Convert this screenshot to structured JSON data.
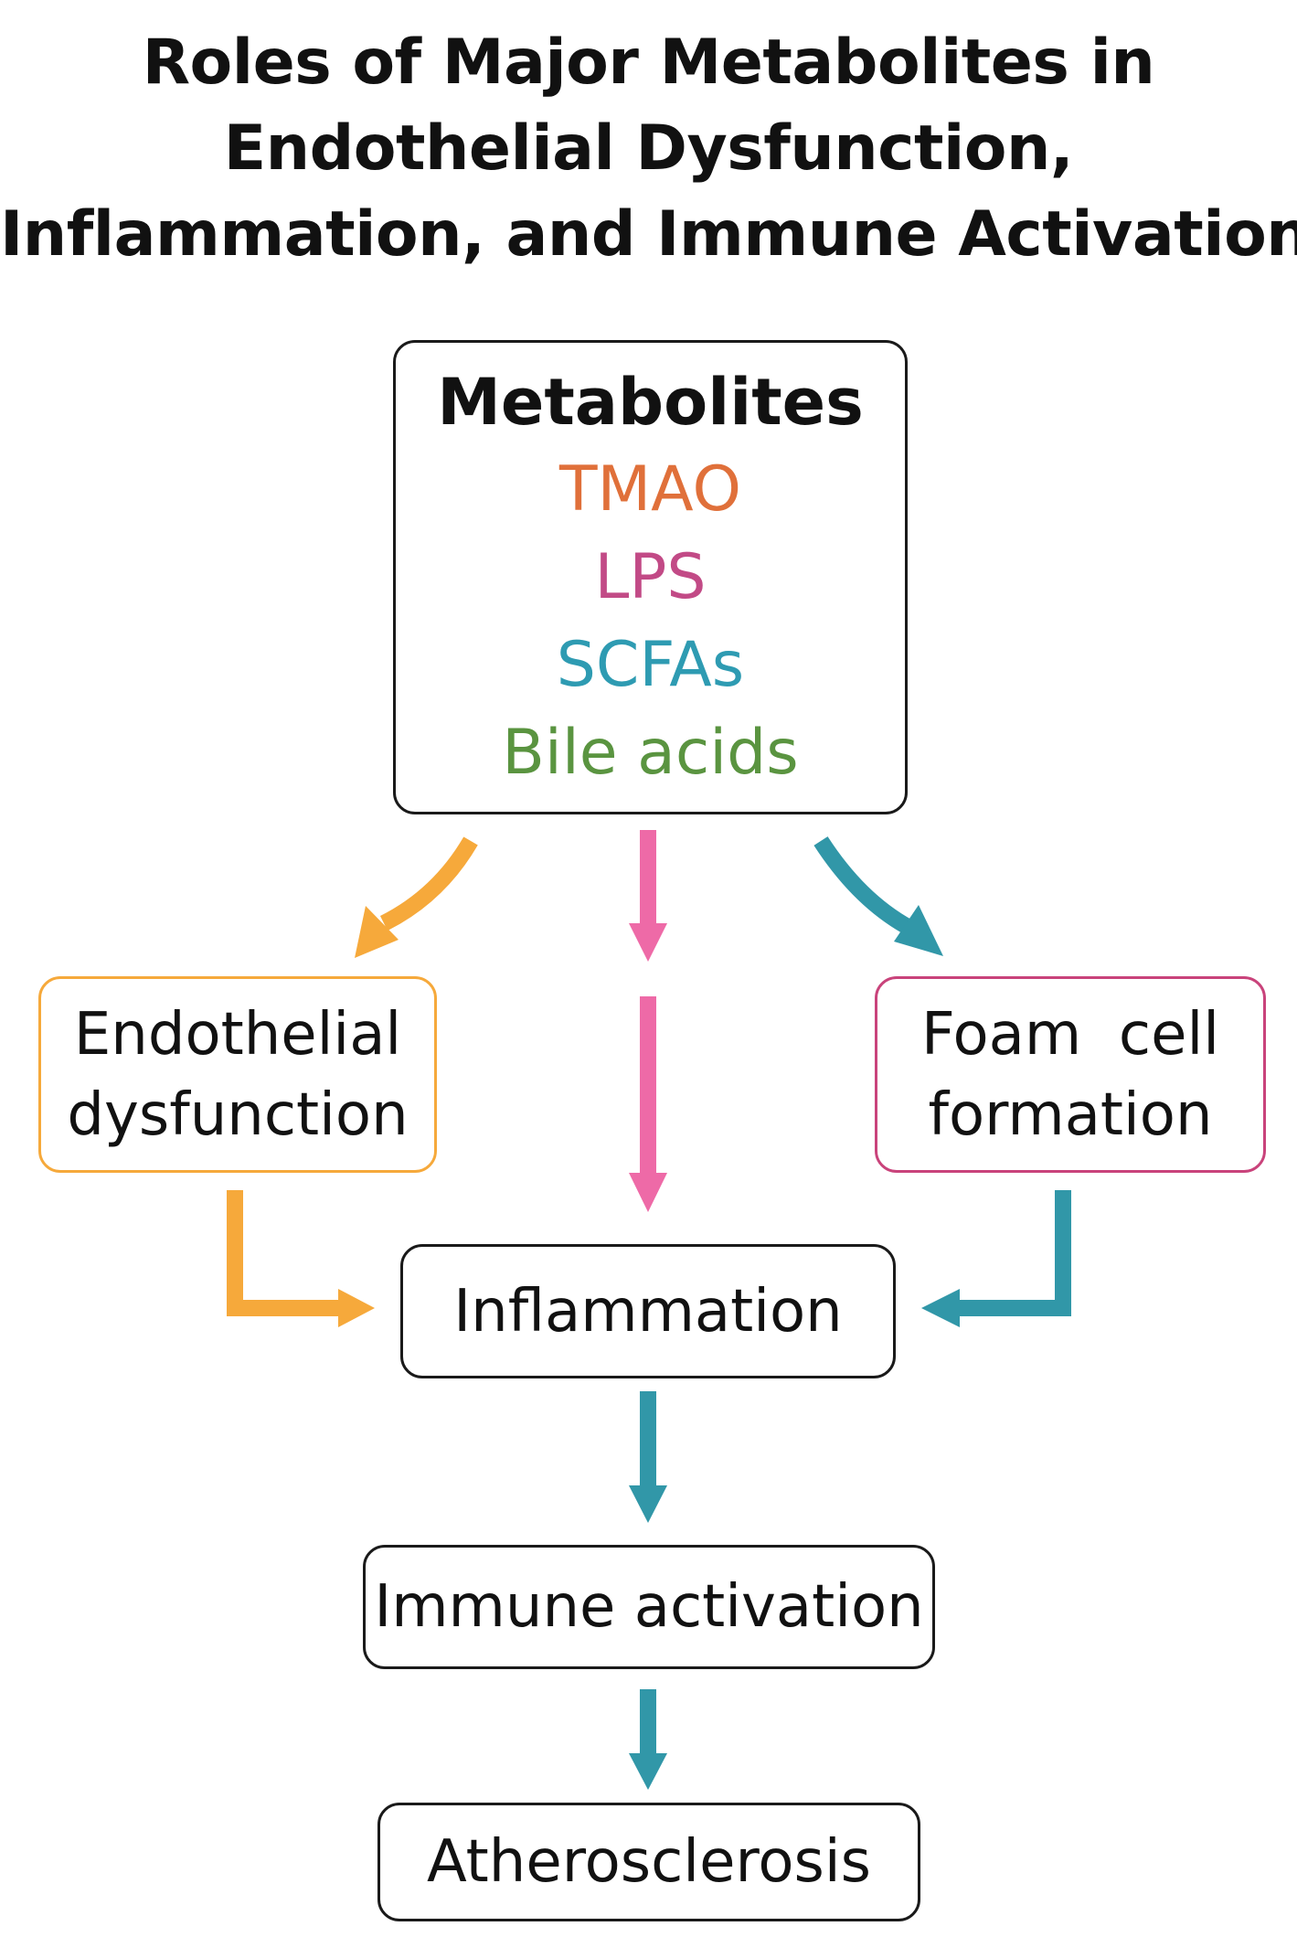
{
  "title": {
    "line1": "Roles of Major Metabolites in",
    "line2": "Endothelial Dysfunction,",
    "line3": "Inflammation, and Immune Activation"
  },
  "metabolites": {
    "heading": "Metabolites",
    "items": [
      {
        "label": "TMAO",
        "color": "#e0703a"
      },
      {
        "label": "LPS",
        "color": "#c24a86"
      },
      {
        "label": "SCFAs",
        "color": "#2e9bb2"
      },
      {
        "label": "Bile acids",
        "color": "#5a9440"
      }
    ]
  },
  "nodes": {
    "endothelial_line1": "Endothelial",
    "endothelial_line2": "dysfunction",
    "foam_line1": "Foam  cell",
    "foam_line2": "formation",
    "inflammation": "Inflammation",
    "immune": "Immune activation",
    "atherosclerosis": "Atherosclerosis"
  },
  "colors": {
    "orange": "#f6a93b",
    "pink": "#ee6aa7",
    "teal": "#3197a8",
    "endothelial_border": "#f6a93b",
    "foam_border": "#c9437b",
    "box_border": "#1a1a1a"
  }
}
